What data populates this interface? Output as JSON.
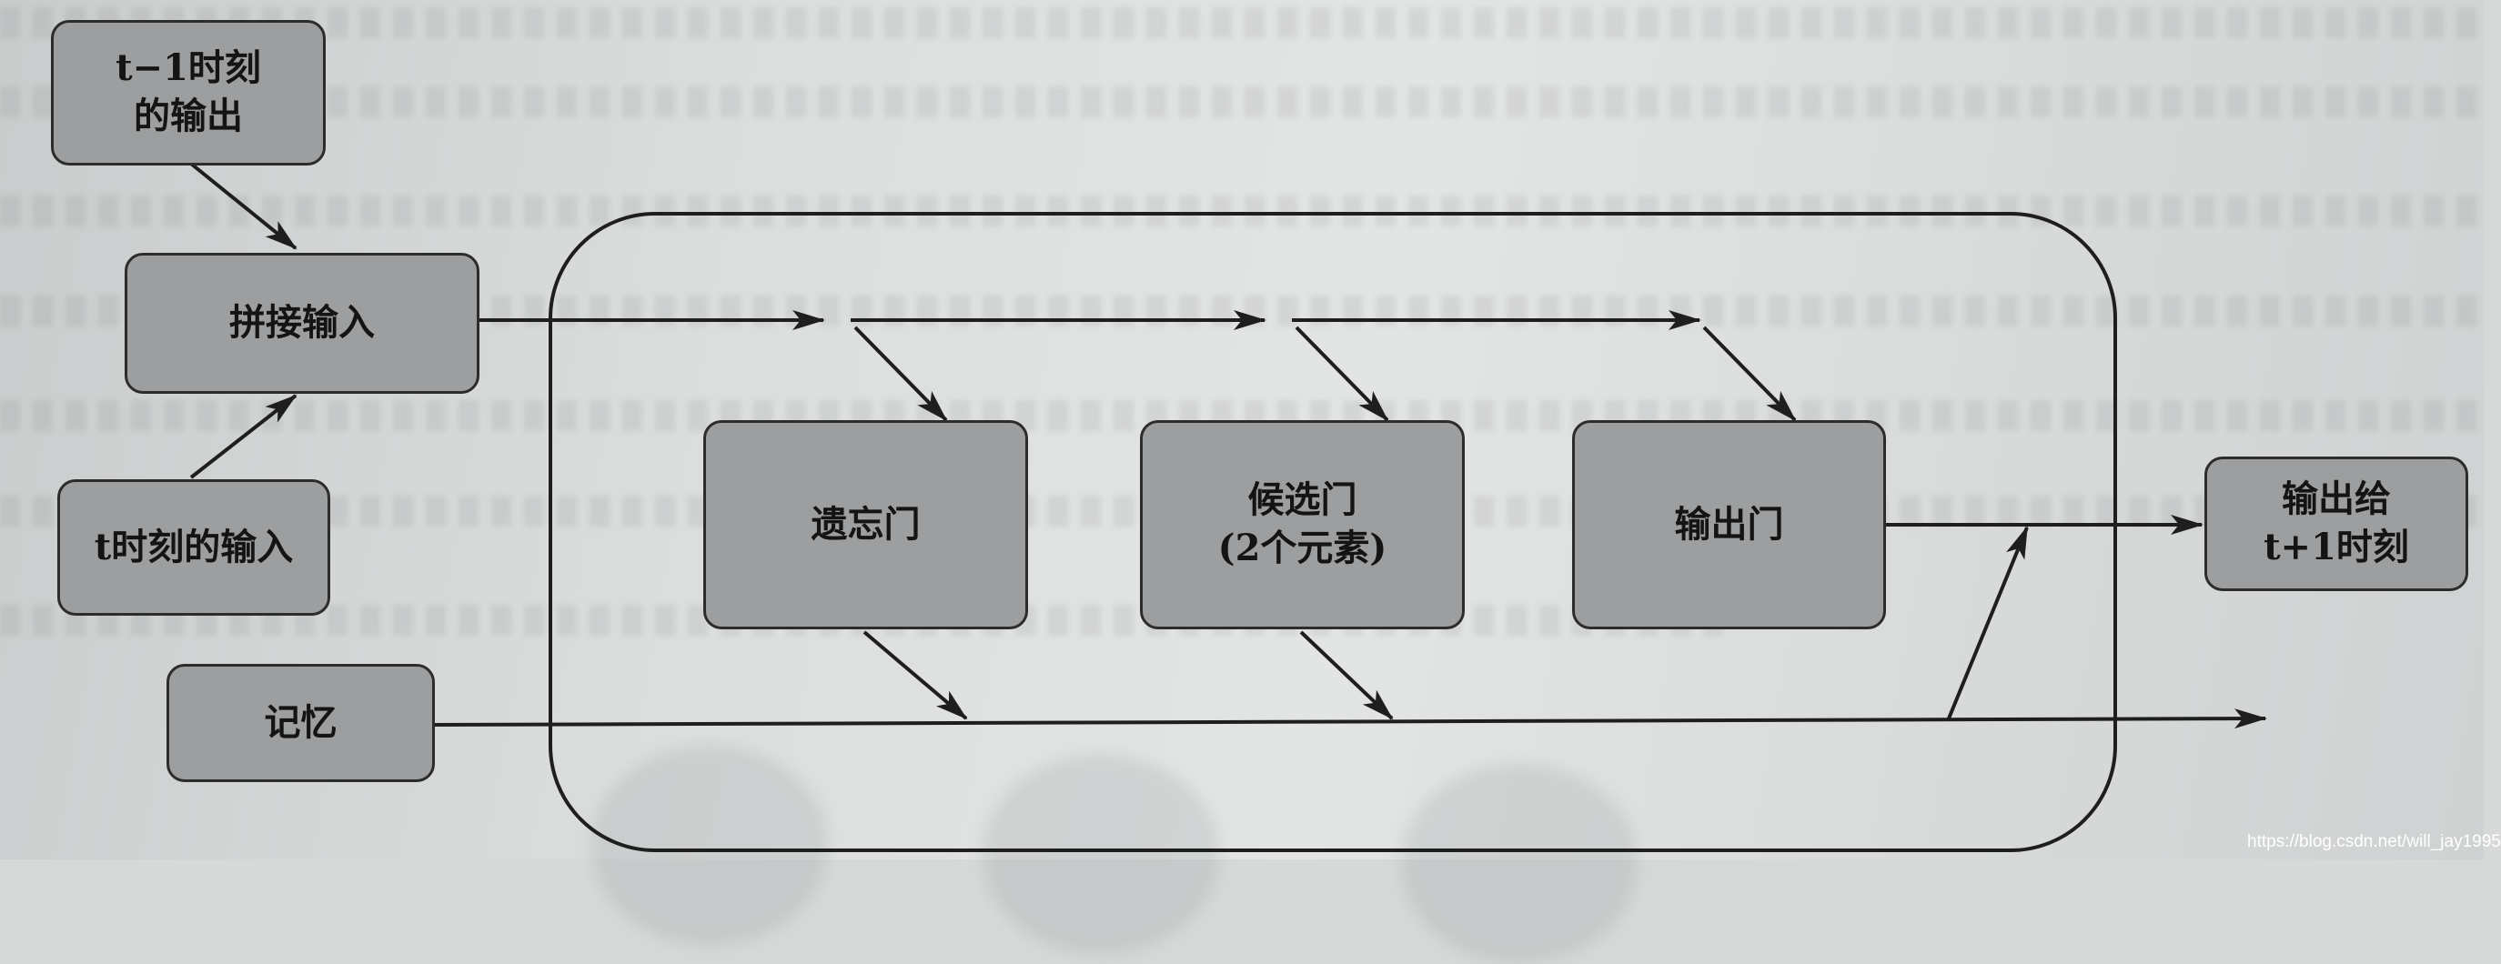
{
  "nodes": {
    "prev_output": {
      "line1": "t−1时刻",
      "line2": "的输出"
    },
    "concat_input": {
      "label": "拼接输入"
    },
    "current_input": {
      "label": "t时刻的输入"
    },
    "memory": {
      "label": "记忆"
    },
    "forget_gate": {
      "label": "遗忘门"
    },
    "candidate_gate": {
      "line1": "候选门",
      "line2": "(2个元素)"
    },
    "output_gate": {
      "label": "输出门"
    },
    "next_output": {
      "line1": "输出给",
      "line2": "t+1时刻"
    }
  },
  "watermark": "https://blog.csdn.net/will_jay1995",
  "colors": {
    "node_fill": "#9c9e9f",
    "stroke": "#1e1e1e"
  }
}
